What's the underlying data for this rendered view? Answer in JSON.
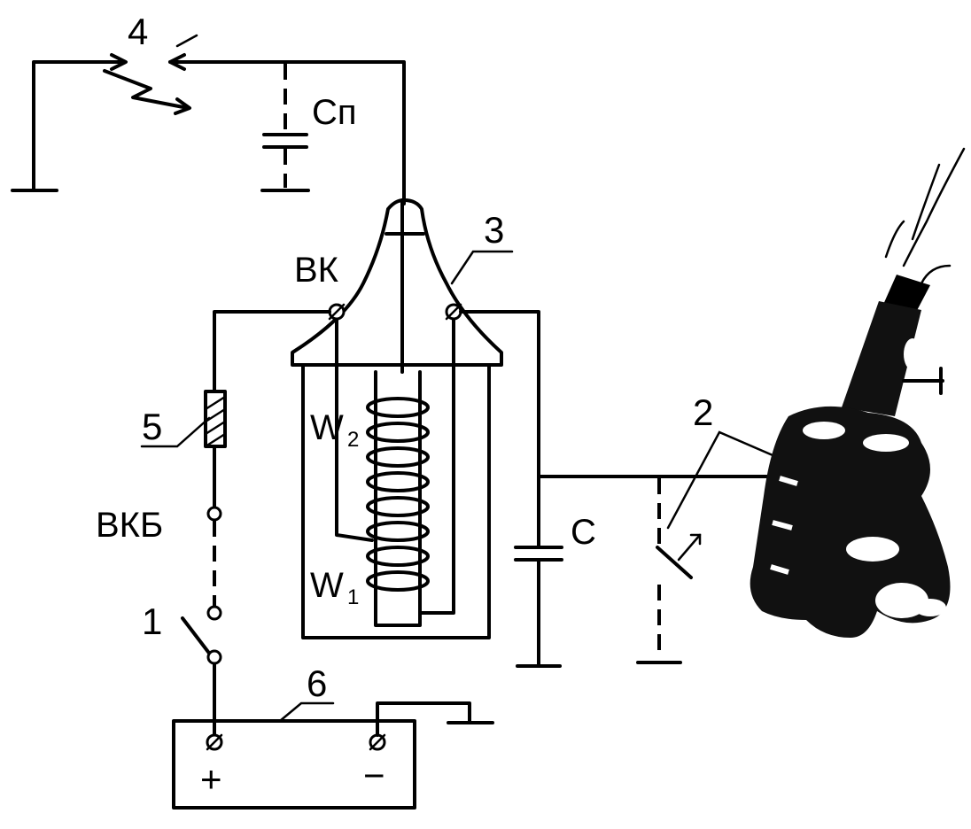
{
  "labels": {
    "spark_gap": "4",
    "ignition_coil": "3",
    "interrupter": "2",
    "resistor": "5",
    "switch": "1",
    "battery": "6",
    "coil_terminal_vk": "ВК",
    "resistor_terminal": "ВКБ",
    "spark_capacitor": "Сп",
    "capacitor": "С",
    "secondary_winding": "W",
    "secondary_winding_sub": "2",
    "primary_winding": "W",
    "primary_winding_sub": "1",
    "battery_plus": "+",
    "battery_minus": "−"
  },
  "colors": {
    "ink": "#000000",
    "background": "#ffffff"
  },
  "icons": [
    "ground-symbol",
    "spark-gap-arrows",
    "capacitor-symbol",
    "resistor-symbol",
    "switch-symbol",
    "distributor-photo"
  ]
}
